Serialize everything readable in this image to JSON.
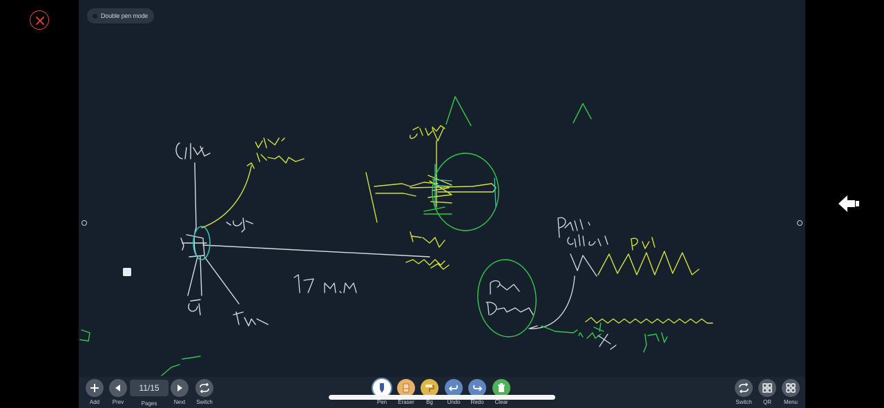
{
  "top": {
    "pen_mode_label": "Double pen mode"
  },
  "drawing_text": {
    "measurement": "17 m.m"
  },
  "toolbar": {
    "add_label": "Add",
    "prev_label": "Prev",
    "page_indicator": "11/15",
    "pages_label": "Pages",
    "next_label": "Next",
    "switch_label": "Switch",
    "pen_label": "Pen",
    "eraser_label": "Eraser",
    "bg_label": "Bg",
    "undo_label": "Undo",
    "redo_label": "Redo",
    "clear_label": "Clear",
    "switch2_label": "Switch",
    "qr_label": "QR",
    "menu_label": "Menu"
  },
  "icons": {
    "close": "close-icon",
    "add": "plus-icon",
    "prev": "triangle-left-icon",
    "next": "triangle-right-icon",
    "switch": "cycle-arrows-icon",
    "pen": "pen-icon",
    "eraser": "eraser-icon",
    "bg": "paint-roller-icon",
    "undo": "undo-icon",
    "redo": "redo-icon",
    "clear": "trash-icon",
    "qr": "qr-grid-icon",
    "menu": "menu-grid-icon",
    "back": "back-arrow-icon"
  },
  "colors": {
    "board": "#16202c",
    "chalk_white": "#d8dde2",
    "chalk_yellow": "#d4e33a",
    "chalk_green": "#35c94a",
    "chalk_cyan": "#35c3b5",
    "close_red": "#e8463d"
  }
}
